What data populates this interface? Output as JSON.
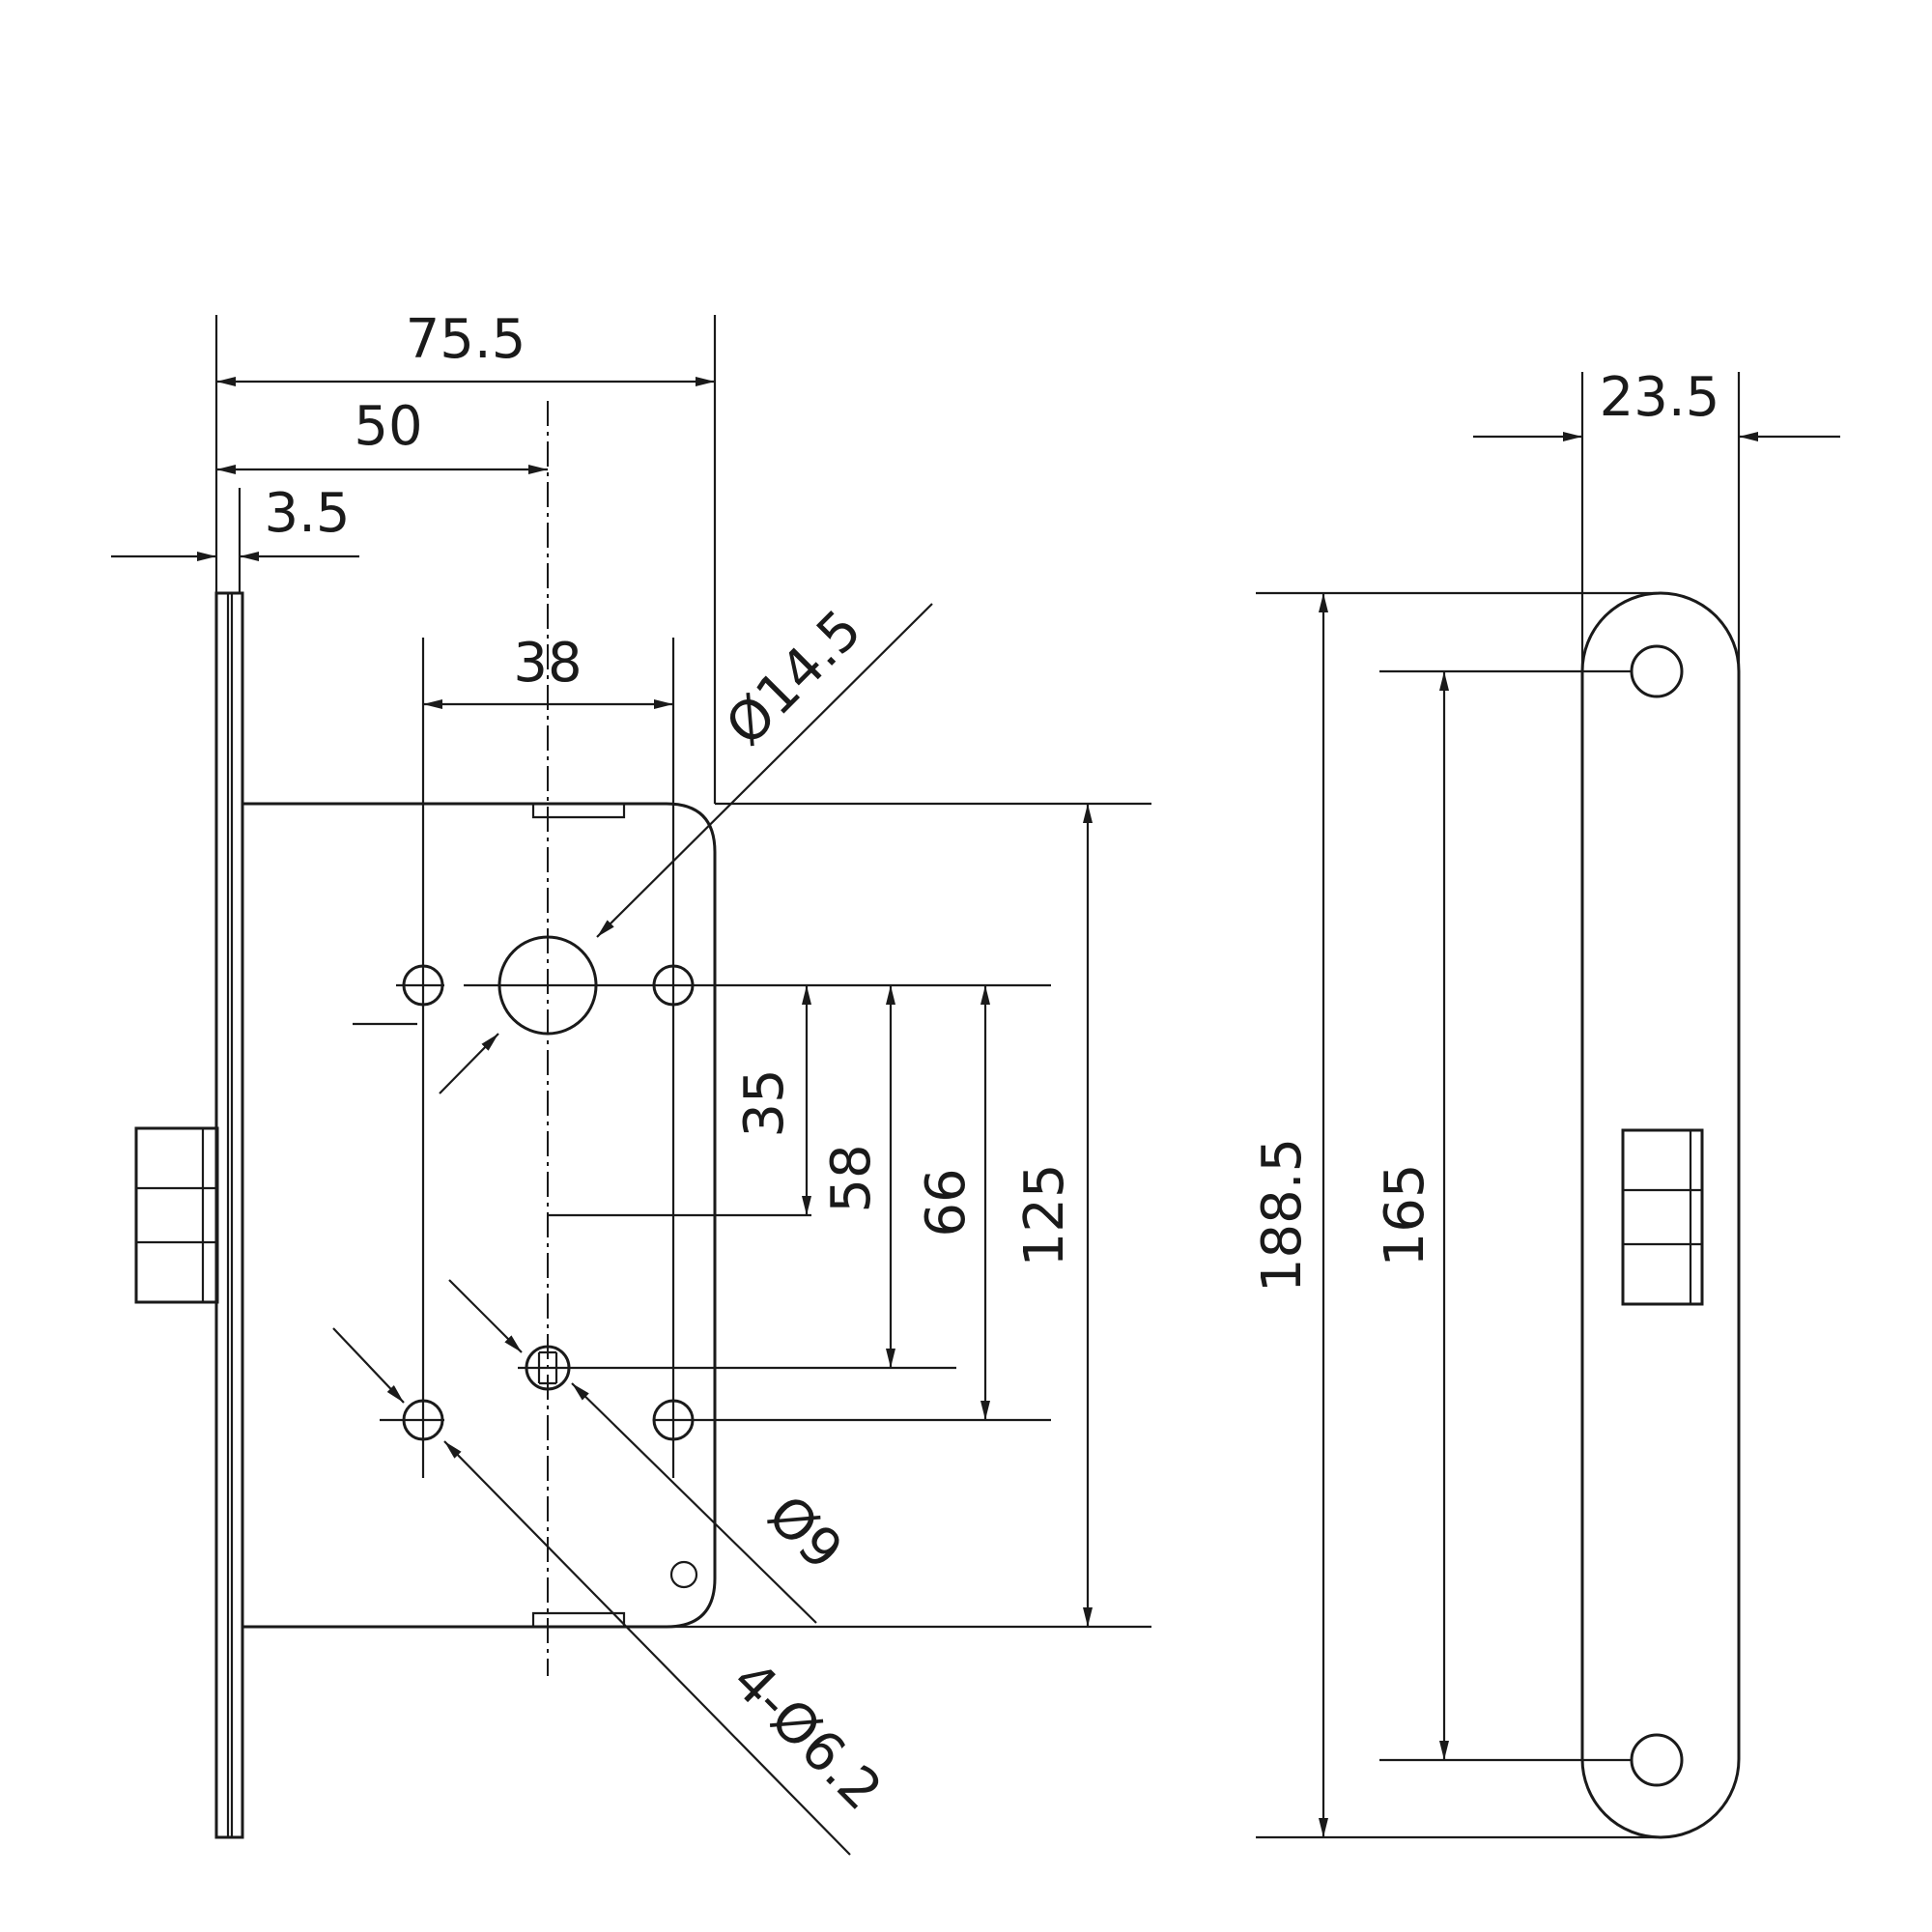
{
  "drawing": {
    "front_view": {
      "dimensions": {
        "overall_width": "75.5",
        "backset": "50",
        "faceplate_thickness": "3.5",
        "fixing_hole_spacing": "38",
        "follower_hole": "Ø14.5",
        "cylinder_hole": "Ø9",
        "fixing_holes": "4-Ø6.2",
        "d35": "35",
        "d58": "58",
        "d66": "66",
        "d125": "125"
      }
    },
    "side_view": {
      "dimensions": {
        "faceplate_width": "23.5",
        "faceplate_height": "188.5",
        "screw_spacing": "165"
      }
    }
  }
}
